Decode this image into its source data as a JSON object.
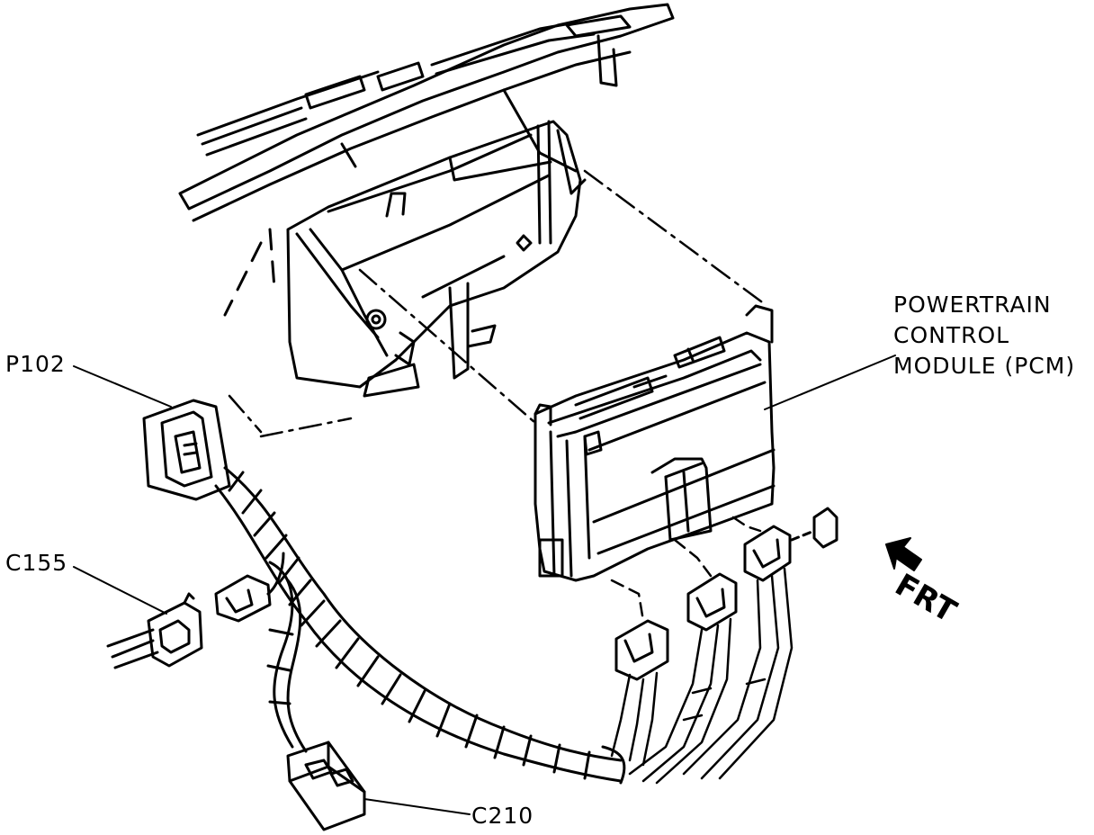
{
  "labels": {
    "pcm_line1": "POWERTRAIN",
    "pcm_line2": "CONTROL",
    "pcm_line3": "MODULE (PCM)",
    "p102": "P102",
    "c155": "C155",
    "c210": "C210",
    "frt": "FRT"
  },
  "colors": {
    "ink": "#000000",
    "background": "#ffffff"
  }
}
